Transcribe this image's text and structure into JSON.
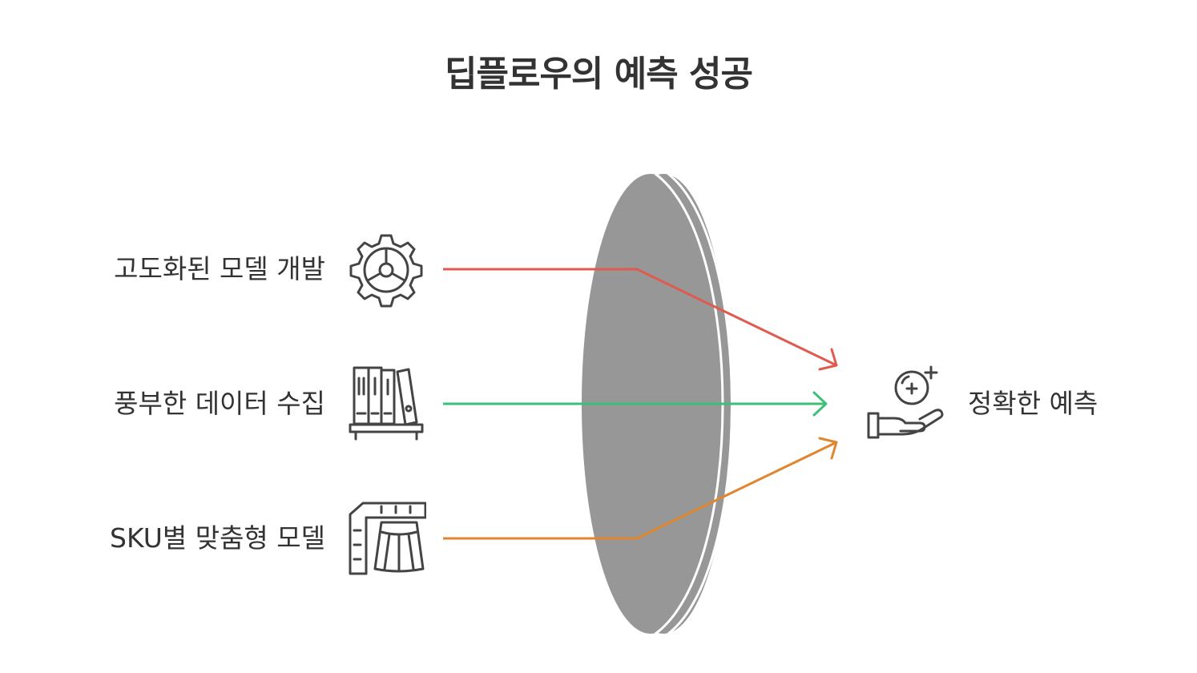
{
  "title": "딥플로우의 예측 성공",
  "inputs": [
    {
      "label": "고도화된 모델 개발",
      "icon": "gear-steering-icon",
      "color": "#e05a50"
    },
    {
      "label": "풍부한 데이터 수집",
      "icon": "bookshelf-icon",
      "color": "#3dbf7a"
    },
    {
      "label": "SKU별 맞춤형 모델",
      "icon": "skirt-ruler-icon",
      "color": "#e0862e"
    }
  ],
  "output": {
    "label": "정확한 예측",
    "icon": "hand-crystal-ball-icon"
  },
  "colors": {
    "lens": "#979797",
    "text": "#333333",
    "icon_stroke": "#444444"
  }
}
